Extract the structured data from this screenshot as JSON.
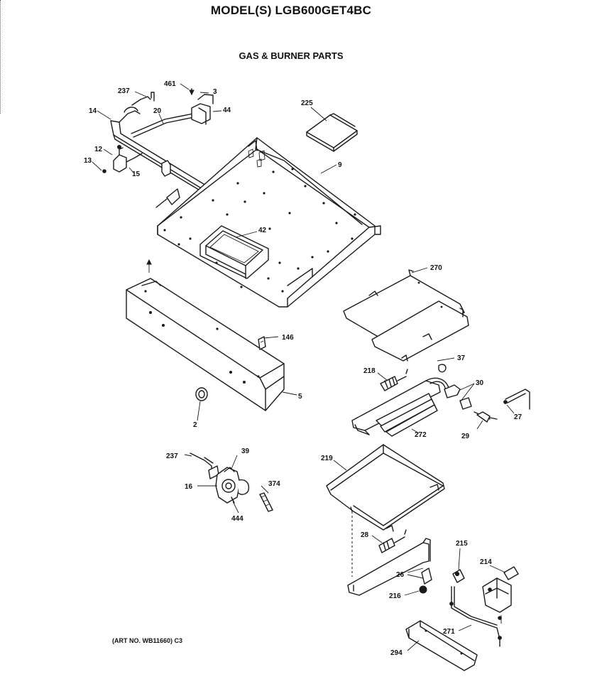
{
  "header": {
    "model_line": "MODEL(S) LGB600GET4BC",
    "section_title": "GAS & BURNER PARTS"
  },
  "footer": {
    "art_number": "(ART NO. WB11660) C3"
  },
  "part_labels": {
    "p237a": "237",
    "p461": "461",
    "p3": "3",
    "p14": "14",
    "p20": "20",
    "p44": "44",
    "p225": "225",
    "p12": "12",
    "p13": "13",
    "p15": "15",
    "p9": "9",
    "p42": "42",
    "p270": "270",
    "p146": "146",
    "p37": "37",
    "p218": "218",
    "p30": "30",
    "p5": "5",
    "p2": "2",
    "p27": "27",
    "p272": "272",
    "p29": "29",
    "p237b": "237",
    "p39": "39",
    "p219": "219",
    "p16": "16",
    "p374": "374",
    "p444": "444",
    "p28": "28",
    "p215": "215",
    "p214": "214",
    "p26": "26",
    "p216": "216",
    "p271": "271",
    "p294": "294"
  }
}
